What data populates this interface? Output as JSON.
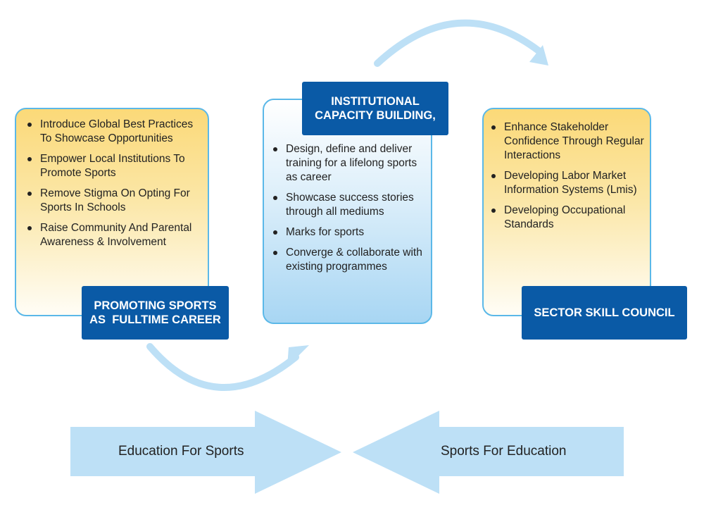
{
  "colors": {
    "arrow_light": "#bde0f6",
    "card_border": "#5bb8e8",
    "label_blue": "#0a5aa6",
    "card_yellow": "#fbd978",
    "card_blue": "#a8d6f3"
  },
  "left_card": {
    "items": [
      "Introduce Global Best Practices To Showcase Opportunities",
      "Empower Local Institutions To Promote Sports",
      "Remove Stigma On Opting For Sports In Schools",
      "Raise Community And Parental Awareness & Involvement"
    ],
    "label_line1": "PROMOTING SPORTS",
    "label_line2": "AS  FULLTIME CAREER"
  },
  "middle_card": {
    "label_line1": "INSTITUTIONAL",
    "label_line2": "CAPACITY BUILDING,",
    "items": [
      "Design, define and deliver training for a lifelong sports as career",
      "Showcase success stories through all mediums",
      "Marks for sports",
      "Converge & collaborate with existing programmes"
    ]
  },
  "right_card": {
    "items": [
      "Enhance Stakeholder Confidence Through Regular Interactions",
      "Developing Labor Market Information Systems (Lmis)",
      "Developing Occupational Standards"
    ],
    "label": "SECTOR SKILL COUNCIL"
  },
  "bottom_arrows": {
    "left_text": "Education For Sports",
    "right_text": "Sports For Education"
  }
}
